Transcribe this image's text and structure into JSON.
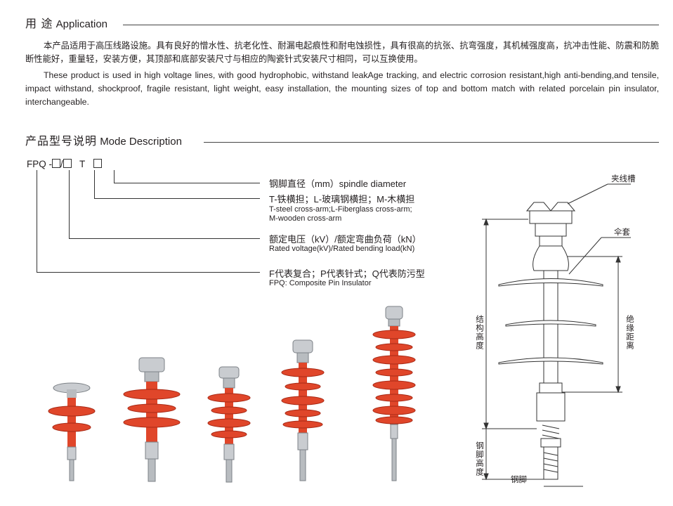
{
  "application": {
    "title_zh": "用 途",
    "title_en": "Application",
    "para_zh": "本产品适用于高压线路设施。具有良好的憎水性、抗老化性、耐漏电起痕性和耐电蚀损性，具有很高的抗张、抗弯强度，其机械强度高，抗冲击性能、防震和防脆断性能好，重量轻，安装方便，其顶部和底部安装尺寸与相应的陶瓷针式安装尺寸相同，可以互换使用。",
    "para_en": "These product is used in high voltage lines, with good hydrophobic, withstand leakAge tracking, and electric corrosion resistant,high anti-bending,and tensile, impact withstand, shockproof, fragile resistant, light weight, easy installation, the mounting sizes of top and bottom match with related porcelain pin insulator, interchangeable."
  },
  "mode": {
    "title_zh": "产品型号说明",
    "title_en": "Mode Description",
    "code_prefix": "FPQ -",
    "code_slash": "/",
    "code_t": "T",
    "items": [
      {
        "zh": "钢脚直径（mm）spindle diameter",
        "en": ""
      },
      {
        "zh": "T-铁横担；L-玻璃钢横担；M-木横担",
        "en": "T-steel cross-arm;L-Fiberglass cross-arm;",
        "en2": "M-wooden cross-arm"
      },
      {
        "zh": "额定电压（kV）/额定弯曲负荷（kN）",
        "en": "Rated voltage(kV)/Rated bending load(kN)"
      },
      {
        "zh": "F代表复合；P代表针式；Q代表防污型",
        "en": "FPQ: Composite Pin Insulator"
      }
    ]
  },
  "diagram": {
    "label_clamp": "夹线槽",
    "label_shed": "伞套",
    "label_structure_height": "结构高度",
    "label_insulation_distance": "绝缘距离",
    "label_pin_height": "钢脚高度",
    "label_pin": "钢脚"
  },
  "colors": {
    "insulator_red": "#e0462a",
    "insulator_dark": "#a82a16",
    "metal": "#c9ccd0",
    "metal_dark": "#7d8287"
  }
}
